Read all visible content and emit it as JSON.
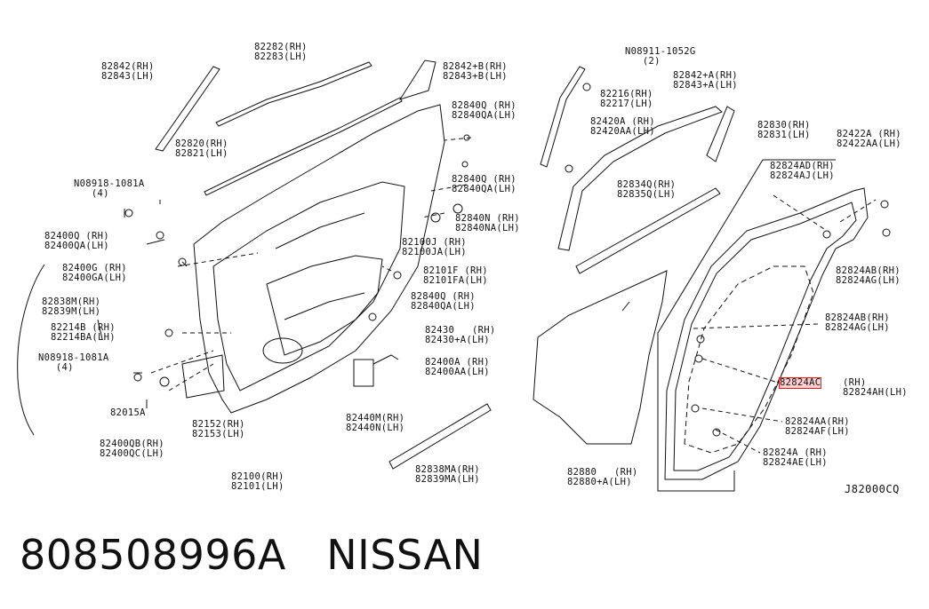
{
  "diagram_code": "J82000CQ",
  "part_number": "808508996A",
  "brand": "NISSAN",
  "highlight_color": "#e02020",
  "labels": [
    {
      "id": "l1",
      "text": "82842(RH)\n82843(LH)"
    },
    {
      "id": "l2",
      "text": "82282(RH)\n82283(LH)"
    },
    {
      "id": "l3",
      "text": "82842+B(RH)\n82843+B(LH)"
    },
    {
      "id": "l4",
      "text": "82840Q (RH)\n82840QA(LH)"
    },
    {
      "id": "l5",
      "text": "82820(RH)\n82821(LH)"
    },
    {
      "id": "l6",
      "text": "N08918-1081A\n   (4)"
    },
    {
      "id": "l7",
      "text": "82840Q (RH)\n82840QA(LH)"
    },
    {
      "id": "l8",
      "text": "82840N (RH)\n82840NA(LH)"
    },
    {
      "id": "l9",
      "text": "82400Q (RH)\n82400QA(LH)"
    },
    {
      "id": "l10",
      "text": "82100J (RH)\n82100JA(LH)"
    },
    {
      "id": "l11",
      "text": "82400G (RH)\n82400GA(LH)"
    },
    {
      "id": "l12",
      "text": "82101F (RH)\n82101FA(LH)"
    },
    {
      "id": "l13",
      "text": "82838M(RH)\n82839M(LH)"
    },
    {
      "id": "l14",
      "text": "82840Q (RH)\n82840QA(LH)"
    },
    {
      "id": "l15",
      "text": "82214B (RH)\n82214BA(LH)"
    },
    {
      "id": "l16",
      "text": "82430   (RH)\n82430+A(LH)"
    },
    {
      "id": "l17",
      "text": "N08918-1081A\n   (4)"
    },
    {
      "id": "l18",
      "text": "82400A (RH)\n82400AA(LH)"
    },
    {
      "id": "l19",
      "text": "82015A"
    },
    {
      "id": "l20",
      "text": "82440M(RH)\n82440N(LH)"
    },
    {
      "id": "l21",
      "text": "82152(RH)\n82153(LH)"
    },
    {
      "id": "l22",
      "text": "82400QB(RH)\n82400QC(LH)"
    },
    {
      "id": "l23",
      "text": "82838MA(RH)\n82839MA(LH)"
    },
    {
      "id": "l24",
      "text": "82100(RH)\n82101(LH)"
    },
    {
      "id": "l25",
      "text": "N08911-1052G\n   (2)"
    },
    {
      "id": "l26",
      "text": "82842+A(RH)\n82843+A(LH)"
    },
    {
      "id": "l27",
      "text": "82216(RH)\n82217(LH)"
    },
    {
      "id": "l28",
      "text": "82420A (RH)\n82420AA(LH)"
    },
    {
      "id": "l29",
      "text": "82830(RH)\n82831(LH)"
    },
    {
      "id": "l30",
      "text": "82422A (RH)\n82422AA(LH)"
    },
    {
      "id": "l31",
      "text": "82824AD(RH)\n82824AJ(LH)"
    },
    {
      "id": "l32",
      "text": "82834Q(RH)\n82835Q(LH)"
    },
    {
      "id": "l33",
      "text": "82824AB(RH)\n82824AG(LH)"
    },
    {
      "id": "l34",
      "text": "82824AB(RH)\n82824AG(LH)"
    },
    {
      "id": "l35a",
      "text": "82824AC"
    },
    {
      "id": "l35b",
      "text": "(RH)\n82824AH(LH)"
    },
    {
      "id": "l36",
      "text": "82824AA(RH)\n82824AF(LH)"
    },
    {
      "id": "l37",
      "text": "82824A (RH)\n82824AE(LH)"
    },
    {
      "id": "l38",
      "text": "82880   (RH)\n82880+A(LH)"
    }
  ]
}
